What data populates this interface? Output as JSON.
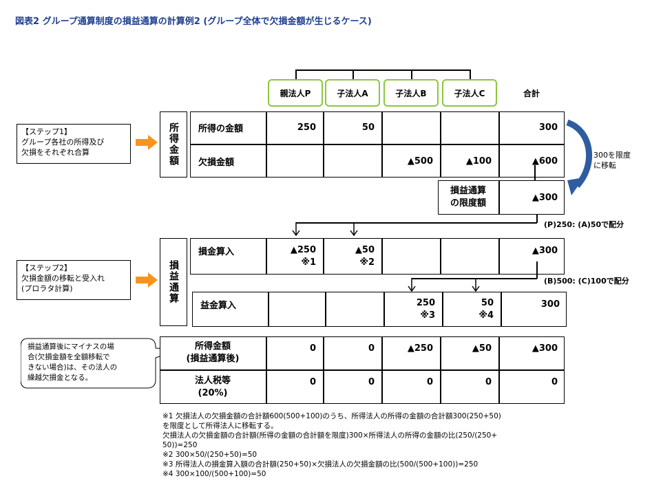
{
  "title": "図表2 グループ通算制度の損益通算の計算例2 (グループ全体で欠損金額が生じるケース)",
  "columns": [
    "親法人P",
    "子法人A",
    "子法人B",
    "子法人C",
    "合計"
  ],
  "section1": {
    "vertical_label": "所得金額",
    "rows": [
      {
        "label": "所得の金額",
        "values": [
          "250",
          "50",
          "",
          "",
          "300"
        ]
      },
      {
        "label": "欠損金額",
        "values": [
          "",
          "",
          "▲500",
          "▲100",
          "▲600"
        ]
      }
    ],
    "limit_label": [
      "損益通算",
      "の限度額"
    ],
    "limit_value": "▲300",
    "transfer_note": [
      "300を限度",
      "に移転"
    ]
  },
  "step1": [
    "【ステップ1】",
    "グループ各社の所得及び",
    "欠損をそれぞれ合算"
  ],
  "alloc1": "(P)250: (A)50で配分",
  "alloc2": "(B)500: (C)100で配分",
  "section2": {
    "vertical_label": "損益通算",
    "deduct": {
      "label": "損金算入",
      "values": [
        [
          "▲250",
          "※1"
        ],
        [
          "▲50",
          "※2"
        ],
        [
          "",
          ""
        ],
        [
          "",
          ""
        ],
        [
          "▲300",
          ""
        ]
      ]
    },
    "income": {
      "label": "益金算入",
      "values": [
        [
          "",
          ""
        ],
        [
          "",
          ""
        ],
        [
          "250",
          "※3"
        ],
        [
          "50",
          "※4"
        ],
        [
          "300",
          ""
        ]
      ]
    }
  },
  "step2": [
    "【ステップ2】",
    "欠損金額の移転と受入れ",
    "(プロラタ計算)"
  ],
  "callout": [
    "損益通算後にマイナスの場",
    "合(欠損金額を全額移転で",
    "きない場合)は、その法人の",
    "繰越欠損金となる。"
  ],
  "section3": {
    "rows": [
      {
        "label": [
          "所得金額",
          "(損益通算後)"
        ],
        "values": [
          "0",
          "0",
          "▲250",
          "▲50",
          "▲300"
        ]
      },
      {
        "label": [
          "法人税等",
          "(20%)"
        ],
        "values": [
          "0",
          "0",
          "0",
          "0",
          "0"
        ]
      }
    ]
  },
  "notes": [
    "※1 欠損法人の欠損金額の合計額600(500+100)のうち、所得法人の所得の金額の合計額300(250+50)",
    "を限度として所得法人に移転する。",
    "欠損法人の欠損金額の合計額(所得の金額の合計額を限度)300×所得法人の所得の金額の比(250/(250+",
    "50))=250",
    "※2 300×50/(250+50)=50",
    "※3 所得法人の損金算入額の合計額(250+50)×欠損法人の欠損金額の比(500/(500+100))=250",
    "※4 300×100/(500+100)=50"
  ],
  "colors": {
    "title": "#1f3f8f",
    "company_border": "#8cc63f",
    "arrow_orange": "#f7941d",
    "arrow_blue": "#2e5d9f"
  }
}
